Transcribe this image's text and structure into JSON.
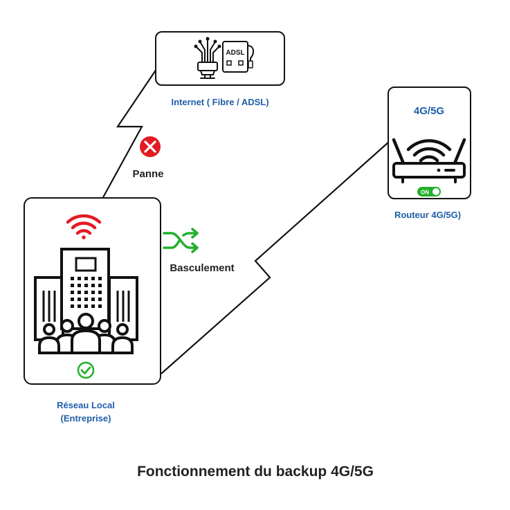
{
  "diagram": {
    "title": "Fonctionnement du backup 4G/5G",
    "internet": {
      "label": "Internet ( Fibre / ADSL)",
      "adsl_text": "ADSL"
    },
    "router": {
      "header": "4G/5G",
      "label": "Routeur 4G/5G)",
      "toggle_text": "ON"
    },
    "lan": {
      "label_line1": "Réseau Local",
      "label_line2": "(Entreprise)"
    },
    "failure": {
      "label": "Panne"
    },
    "switchover": {
      "label": "Basculement"
    }
  },
  "colors": {
    "blue_label": "#1f5ea8",
    "alert_red": "#e31b23",
    "success_green": "#22b02c",
    "line": "#111111"
  },
  "icons": [
    "fiber-optic-icon",
    "adsl-modem-icon",
    "router-icon",
    "wifi-icon",
    "building-people-icon",
    "error-x-icon",
    "shuffle-icon",
    "check-circle-icon",
    "toggle-on-icon"
  ]
}
